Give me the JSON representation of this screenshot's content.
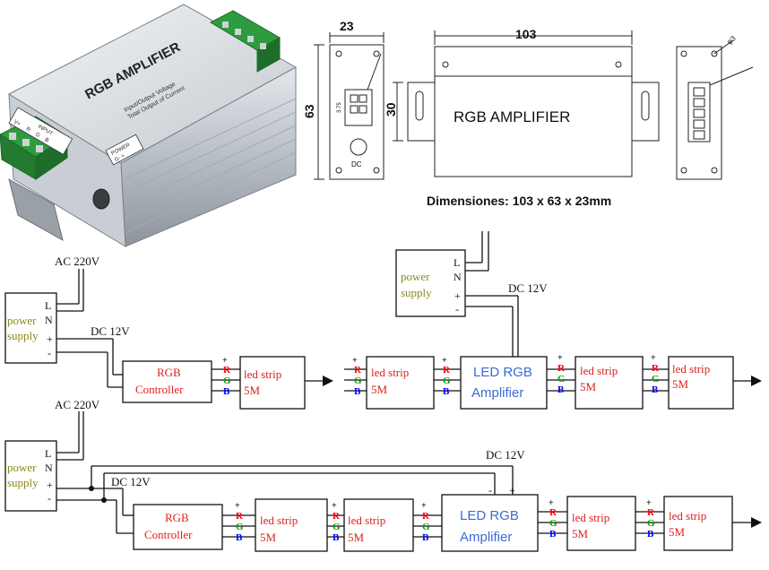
{
  "product": {
    "title": "RGB AMPLIFIER",
    "sub1": "Input/Output Voltage",
    "sub2": "Total Output of Current",
    "input_label": "INPUT",
    "input_pins": [
      "V+",
      "R",
      "G",
      "B"
    ],
    "power_label": "POWER",
    "power_pins": "G-  +"
  },
  "drawing": {
    "dim_width": "103",
    "dim_height": "63",
    "dim_depth": "23",
    "dim_30": "30",
    "front_title": "RGB AMPLIFIER",
    "dc_label": "DC",
    "hole_label": "φ3",
    "pin_label": "3.75"
  },
  "dimensions_caption": "Dimensiones: 103 x 63 x 23mm",
  "labels": {
    "ac": "AC 220V",
    "dc": "DC 12V",
    "power_line1": "power",
    "power_line2": "supply",
    "L": "L",
    "N": "N",
    "plus": "+",
    "minus": "-",
    "rgb_ctrl_1": "RGB",
    "rgb_ctrl_2": "Controller",
    "led_strip": "led strip",
    "five_m": "5M",
    "amp_1": "LED RGB",
    "amp_2": "Amplifier",
    "R": "R",
    "G": "G",
    "B": "B"
  },
  "colors": {
    "red_text": "#e0201b",
    "blue_text": "#3a6bd6",
    "olive_text": "#8a8a1a",
    "rgb_red": "#ff0000",
    "rgb_green": "#00a000",
    "rgb_blue": "#0000ff"
  }
}
